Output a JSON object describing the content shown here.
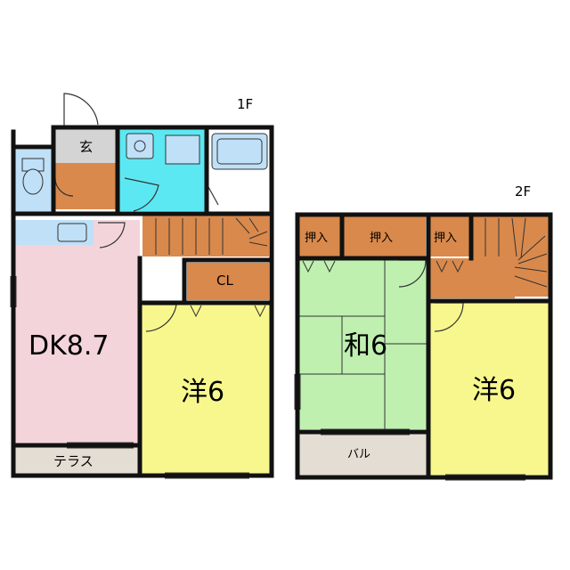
{
  "floors": {
    "first": {
      "label": "1F"
    },
    "second": {
      "label": "2F"
    }
  },
  "rooms": {
    "entrance": "玄",
    "dining_kitchen": "DK8.7",
    "western_1f": "洋6",
    "closet": "CL",
    "terrace": "テラス",
    "japanese": "和6",
    "closet_jp_left": "押入",
    "closet_jp_main": "押入",
    "closet_2f_right": "押入",
    "balcony": "バル",
    "western_2f": "洋6"
  },
  "colors": {
    "wall": "#111111",
    "dk_floor": "#f3d4da",
    "western_floor": "#f7f78e",
    "japanese_floor": "#bff0b0",
    "wet_area": "#5ce8f2",
    "fixture_blue": "#bfe0f7",
    "wood_orange": "#d9894c",
    "entrance_gray": "#d4d4d4",
    "terrace_beige": "#e3ddd3"
  }
}
